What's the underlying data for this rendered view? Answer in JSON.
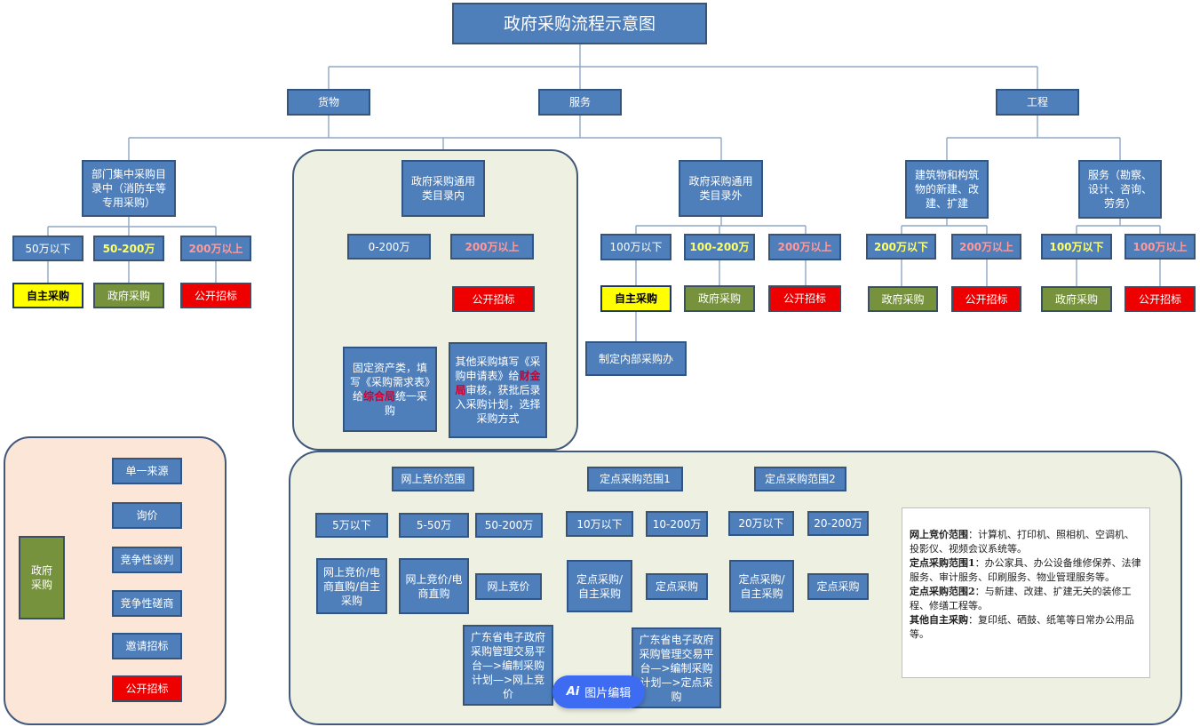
{
  "title": "政府采购流程示意图",
  "level1": {
    "goods": "货物",
    "service": "服务",
    "project": "工程"
  },
  "level2": {
    "dept": "部门集中采购目录中（消防车等专用采购）",
    "inside": "政府采购通用类目录内",
    "outside": "政府采购通用类目录外",
    "construction": "建筑物和构筑物的新建、改建、扩建",
    "proj_service": "服务（勘察、设计、咨询、劳务）"
  },
  "dept": {
    "t1": "50万以下",
    "t2": "50-200万",
    "t3": "200万以上",
    "r1": "自主采购",
    "r2": "政府采购",
    "r3": "公开招标"
  },
  "inside": {
    "t1": "0-200万",
    "t2": "200万以上",
    "r2": "公开招标",
    "fixed": {
      "a": "固定资产类，填写《采购需求表》给",
      "hl": "综合局",
      "b": "统一采购"
    },
    "other": {
      "a": "其他采购填写《采购申请表》给",
      "hl": "财金局",
      "b": "审核，获批后录入采购计划，选择采购方式"
    }
  },
  "outside": {
    "t1": "100万以下",
    "t2": "100-200万",
    "t3": "200万以上",
    "r1": "自主采购",
    "r2": "政府采购",
    "r3": "公开招标",
    "internal": "制定内部采购办"
  },
  "construction": {
    "t1": "200万以下",
    "t2": "200万以上",
    "r1": "政府采购",
    "r2": "公开招标"
  },
  "proj_service": {
    "t1": "100万以下",
    "t2": "100万以上",
    "r1": "政府采购",
    "r2": "公开招标"
  },
  "methods": {
    "root": "政府采购",
    "items": [
      "单一来源",
      "询价",
      "竞争性谈判",
      "竞争性磋商",
      "邀请招标",
      "公开招标"
    ]
  },
  "online": {
    "title": "网上竞价范围",
    "t1": "5万以下",
    "t2": "5-50万",
    "t3": "50-200万",
    "r1": "网上竞价/电商直购/自主采购",
    "r2": "网上竞价/电商直购",
    "r3": "网上竞价",
    "platform": "广东省电子政府采购管理交易平台—>编制采购计划—>网上竞价"
  },
  "fixed1": {
    "title": "定点采购范围1",
    "t1": "10万以下",
    "t2": "10-200万",
    "r1": "定点采购/自主采购",
    "r2": "定点采购",
    "platform": "广东省电子政府采购管理交易平台—>编制采购计划—>定点采购"
  },
  "fixed2": {
    "title": "定点采购范围2",
    "t1": "20万以下",
    "t2": "20-200万",
    "r1": "定点采购/自主采购",
    "r2": "定点采购"
  },
  "notes": [
    {
      "label": "网上竞价范围",
      "text": "：计算机、打印机、照相机、空调机、投影仪、视频会议系统等。"
    },
    {
      "label": "定点采购范围1",
      "text": "：办公家具、办公设备维修保养、法律服务、审计服务、印刷服务、物业管理服务等。"
    },
    {
      "label": "定点采购范围2",
      "text": "：与新建、改建、扩建无关的装修工程、修缮工程等。"
    },
    {
      "label": "其他自主采购",
      "text": "：复印纸、硒鼓、纸笔等日常办公用品等。"
    }
  ],
  "badge": {
    "ai": "Ai",
    "label": "图片编辑"
  },
  "colors": {
    "box": "#4f7fba",
    "panel_green": "#eef0e2",
    "panel_peach": "#fce6d8",
    "yellow": "#ffff00",
    "olive": "#77923c",
    "red": "#ee0000"
  }
}
